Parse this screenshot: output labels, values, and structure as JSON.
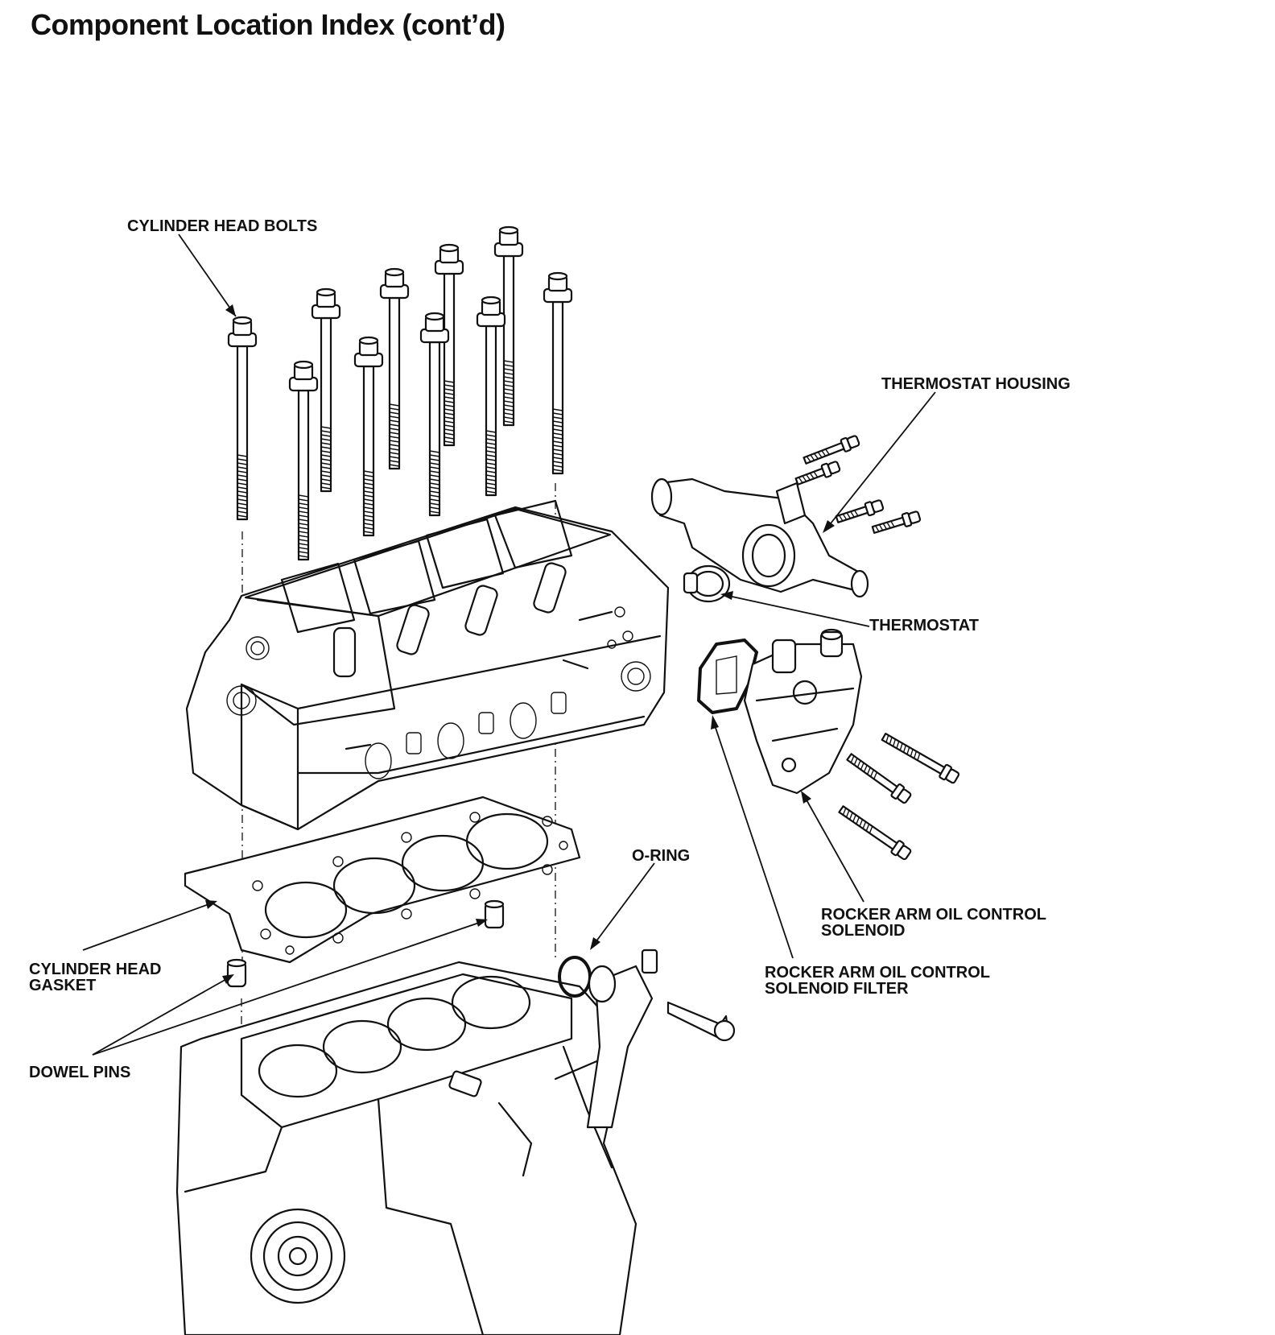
{
  "page": {
    "title": "Component Location Index (cont’d)"
  },
  "labels": {
    "cylinder_head_bolts": "CYLINDER HEAD BOLTS",
    "thermostat_housing": "THERMOSTAT HOUSING",
    "thermostat": "THERMOSTAT",
    "o_ring": "O-RING",
    "rocker_arm_solenoid": [
      "ROCKER ARM OIL CONTROL",
      "SOLENOID"
    ],
    "rocker_arm_solenoid_filter": [
      "ROCKER ARM OIL CONTROL",
      "SOLENOID FILTER"
    ],
    "cylinder_head_gasket": [
      "CYLINDER HEAD",
      "GASKET"
    ],
    "dowel_pins": "DOWEL PINS"
  },
  "colors": {
    "ink": "#111111",
    "paper": "#ffffff"
  }
}
